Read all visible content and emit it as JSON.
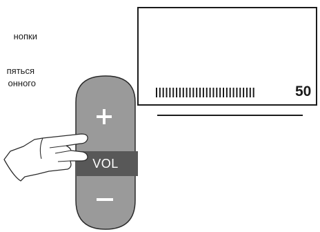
{
  "manual_text": {
    "lines": [
      "нопки",
      "пяться",
      "онного"
    ]
  },
  "remote": {
    "vol_label": "VOL",
    "plus_symbol": "+",
    "minus_symbol": "−",
    "body_color": "#9a9a9a",
    "label_band_color": "#585858",
    "outline_color": "#2a2a2a"
  },
  "tv": {
    "volume_value": "50",
    "volume_level": 0.83
  }
}
